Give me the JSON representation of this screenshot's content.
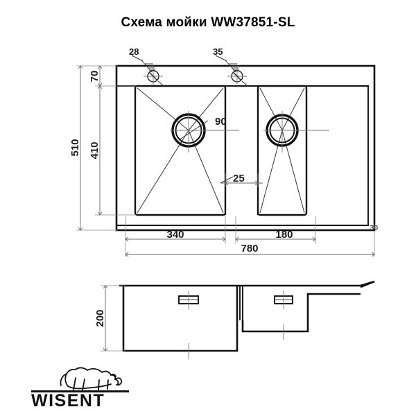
{
  "document": {
    "title": "Схема мойки WW37851-SL",
    "product_code": "WW37851-SL",
    "type": "technical-drawing",
    "subject": "kitchen sink schematic"
  },
  "plan_view": {
    "name": "top-view",
    "dimensions": {
      "overall_width": "780",
      "overall_depth": "510",
      "rim_to_bowl_top": "70",
      "bowl_depth_plan": "410",
      "left_bowl_width": "340",
      "right_bowl_width": "180",
      "divider_width": "25",
      "drain_diameter": "90",
      "right_margin": "30"
    },
    "tap_holes": [
      {
        "label": "28"
      },
      {
        "label": "35"
      }
    ]
  },
  "side_view": {
    "name": "section-view",
    "dimensions": {
      "bowl_height": "200"
    }
  },
  "logo": {
    "brand": "WISENT",
    "mark": "bison-icon"
  },
  "colors": {
    "line": "#111111",
    "dimension": "#666666",
    "background": "#ffffff",
    "text": "#1a1a1a"
  }
}
